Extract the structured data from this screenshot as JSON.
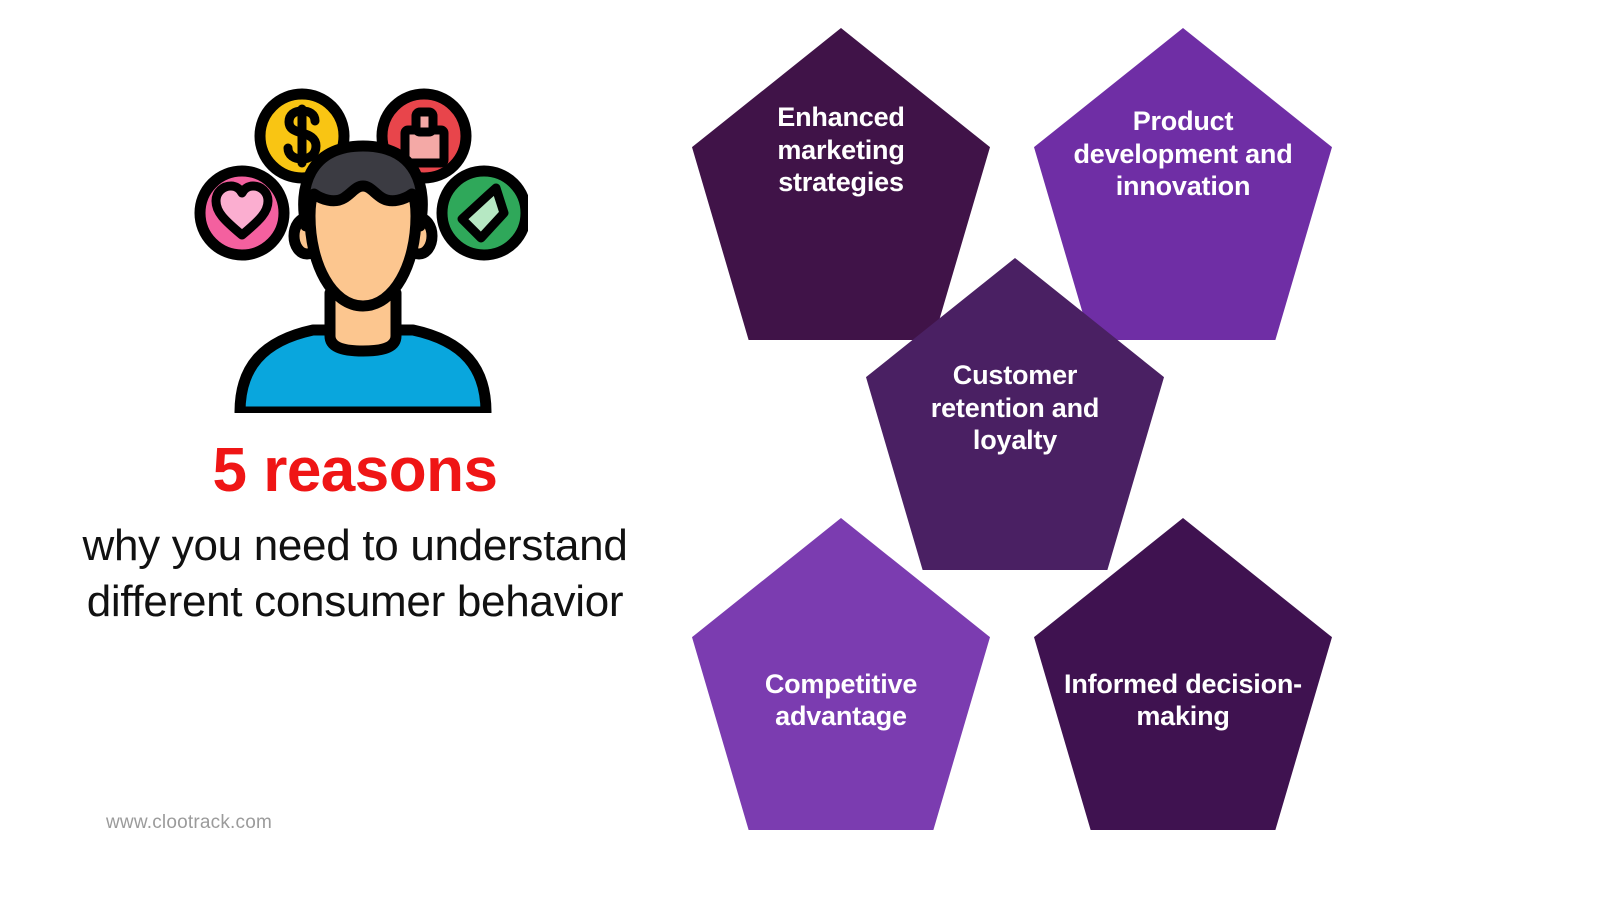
{
  "brand": {
    "url": "www.clootrack.com",
    "url_color": "#9b9b9b"
  },
  "headline": {
    "highlight": "5 reasons",
    "highlight_color": "#ef1515",
    "body": "why you need to understand different consumer behavior",
    "body_color": "#111111"
  },
  "illustration": {
    "name": "consumer-persona-illustration",
    "person": {
      "hair_color": "#3b3b42",
      "skin_color": "#fcc68f",
      "shirt_color": "#09a6dd",
      "outline_color": "#000000"
    },
    "badges": [
      {
        "icon": "dollar-coin-icon",
        "label": "Money / price",
        "circle_color": "#f9c513",
        "glyph_color": "#000000"
      },
      {
        "icon": "lock-icon",
        "label": "Security / trust",
        "circle_color": "#e8454b",
        "glyph_color": "#f4a9a6"
      },
      {
        "icon": "heart-icon",
        "label": "Preference / love",
        "circle_color": "#f4609f",
        "glyph_color": "#fbaed0"
      },
      {
        "icon": "price-tag-icon",
        "label": "Value / discount",
        "circle_color": "#2fa85a",
        "glyph_color": "#b6e8c3"
      }
    ]
  },
  "diagram": {
    "type": "pentagon-cluster",
    "count": 5,
    "items": [
      {
        "id": "enhanced-marketing-strategies",
        "label": "Enhanced marketing strategies",
        "color": "#401348",
        "position": "top-left"
      },
      {
        "id": "product-development-innovation",
        "label": "Product development and innovation",
        "color": "#6f2ea5",
        "position": "top-right"
      },
      {
        "id": "customer-retention-loyalty",
        "label": "Customer retention and loyalty",
        "color": "#4a2063",
        "position": "center"
      },
      {
        "id": "competitive-advantage",
        "label": "Competitive advantage",
        "color": "#7b3cb0",
        "position": "bottom-left"
      },
      {
        "id": "informed-decision-making",
        "label": "Informed decision-making",
        "color": "#3f1250",
        "position": "bottom-right"
      }
    ]
  }
}
